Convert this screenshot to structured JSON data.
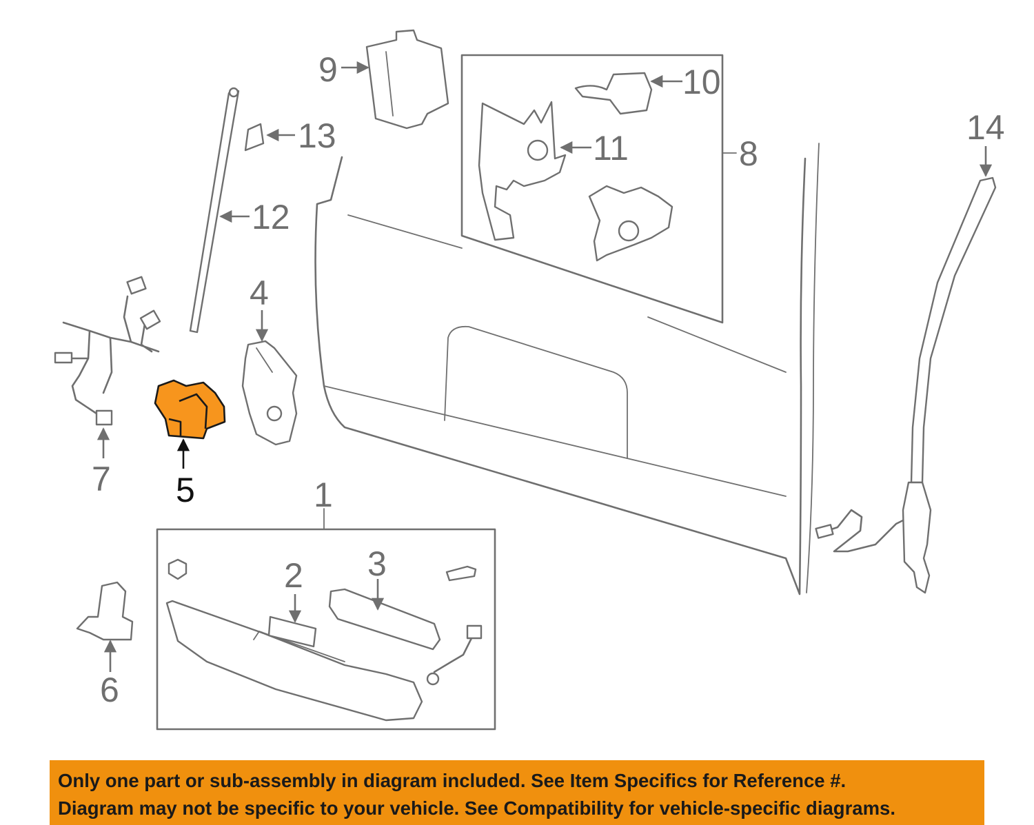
{
  "highlight_color": "#f7951d",
  "banner_color": "#f0900e",
  "callouts": {
    "c1": "1",
    "c2": "2",
    "c3": "3",
    "c4": "4",
    "c5": "5",
    "c6": "6",
    "c7": "7",
    "c8": "8",
    "c9": "9",
    "c10": "10",
    "c11": "11",
    "c12": "12",
    "c13": "13",
    "c14": "14"
  },
  "notice": {
    "line1": "Only one part or sub-assembly in diagram included. See Item Specifics for Reference #.",
    "line2": "Diagram may not be specific to your vehicle. See Compatibility for vehicle-specific diagrams."
  }
}
